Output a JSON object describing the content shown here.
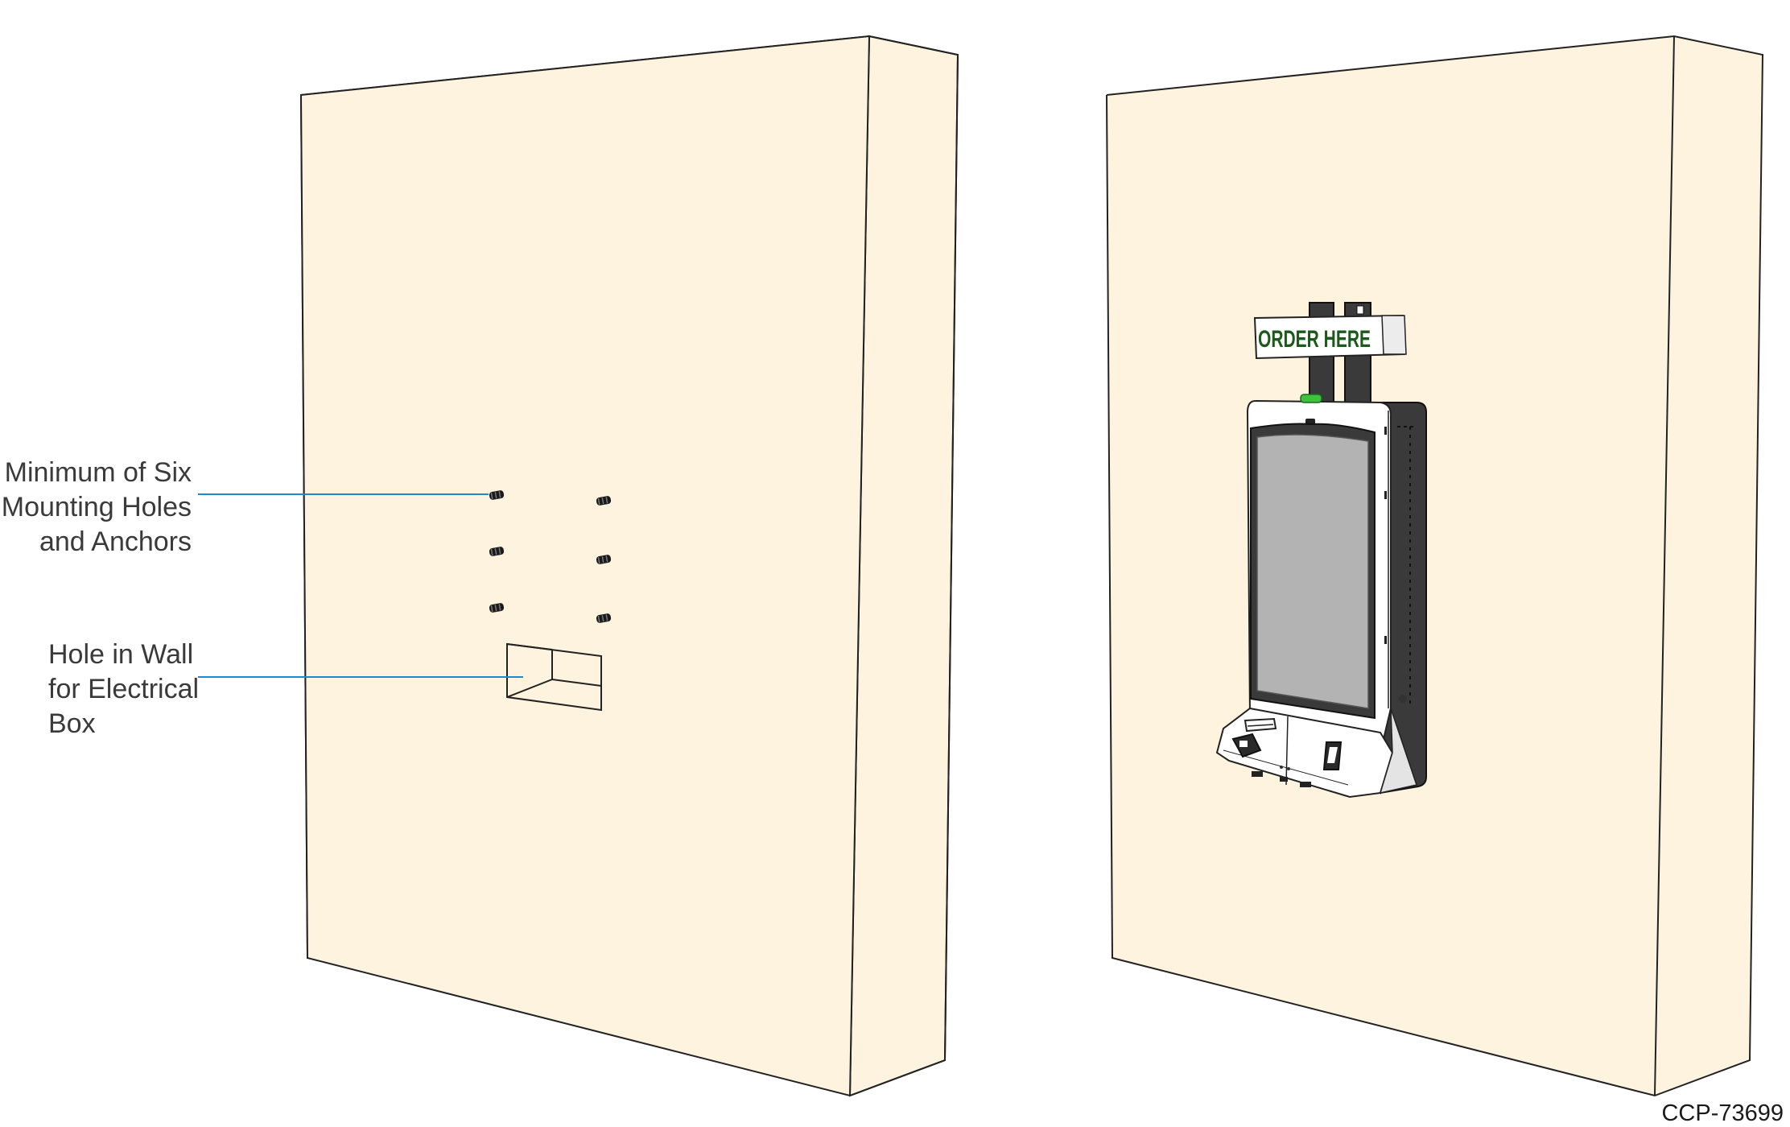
{
  "callouts": {
    "mounting": {
      "line1": "Minimum of Six",
      "line2": "Mounting Holes",
      "line3": "and Anchors"
    },
    "electrical": {
      "line1": "Hole in Wall",
      "line2": "for Electrical",
      "line3": "Box"
    }
  },
  "kiosk": {
    "sign_text": "ORDER HERE"
  },
  "figure_id": "CCP-73699",
  "colors": {
    "wall": "#fdf3df",
    "outline": "#222222",
    "leader": "#1d8ac9",
    "status_led": "#3ec23e",
    "screen": "#b3b3b3",
    "kiosk_back": "#3a3a3a"
  }
}
